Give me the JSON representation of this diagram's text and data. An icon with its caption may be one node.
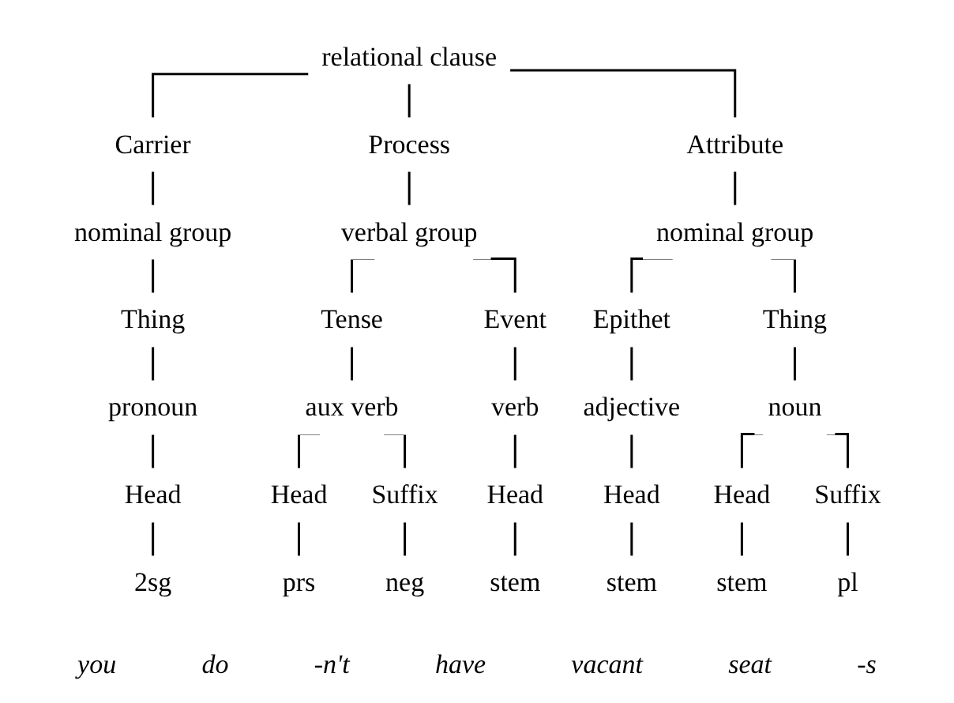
{
  "diagram": {
    "nodes": [
      {
        "text": [
          "relational clause"
        ]
      },
      {
        "text": [
          "Carrier"
        ]
      },
      {
        "text": [
          "Process"
        ]
      },
      {
        "text": [
          "Attribute"
        ]
      },
      {
        "text": [
          "nominal group"
        ]
      },
      {
        "text": [
          "verbal group"
        ]
      },
      {
        "text": [
          "nominal group"
        ]
      },
      {
        "text": [
          "Thing"
        ]
      },
      {
        "text": [
          "Tense"
        ]
      },
      {
        "text": [
          "Event"
        ]
      },
      {
        "text": [
          "Epithet"
        ]
      },
      {
        "text": [
          "Thing"
        ]
      },
      {
        "text": [
          "pronoun"
        ]
      },
      {
        "text": [
          "aux verb"
        ]
      },
      {
        "text": [
          "verb"
        ]
      },
      {
        "text": [
          "adjective"
        ]
      },
      {
        "text": [
          "noun"
        ]
      },
      {
        "text": [
          "Head"
        ]
      },
      {
        "text": [
          "Head"
        ]
      },
      {
        "text": [
          "Suffix"
        ]
      },
      {
        "text": [
          "Head"
        ]
      },
      {
        "text": [
          "Head"
        ]
      },
      {
        "text": [
          "Head"
        ]
      },
      {
        "text": [
          "Suffix"
        ]
      },
      {
        "text": [
          "2sg"
        ]
      },
      {
        "text": [
          "prs"
        ]
      },
      {
        "text": [
          "neg"
        ]
      },
      {
        "text": [
          "stem"
        ]
      },
      {
        "text": [
          "stem"
        ]
      },
      {
        "text": [
          "stem"
        ]
      },
      {
        "text": [
          "pl"
        ]
      }
    ],
    "edges": [
      {
        "from": 0,
        "to": 1,
        "arrow": "none"
      },
      {
        "from": 0,
        "to": 2,
        "arrow": "none"
      },
      {
        "from": 0,
        "to": 3,
        "arrow": "none"
      },
      {
        "from": 1,
        "to": 4,
        "arrow": "none"
      },
      {
        "from": 2,
        "to": 5,
        "arrow": "none"
      },
      {
        "from": 3,
        "to": 6,
        "arrow": "none"
      },
      {
        "from": 4,
        "to": 7,
        "arrow": "none"
      },
      {
        "from": 5,
        "to": 8,
        "arrow": "none"
      },
      {
        "from": 5,
        "to": 9,
        "arrow": "none"
      },
      {
        "from": 6,
        "to": 10,
        "arrow": "none"
      },
      {
        "from": 6,
        "to": 11,
        "arrow": "none"
      },
      {
        "from": 7,
        "to": 12,
        "arrow": "none"
      },
      {
        "from": 8,
        "to": 13,
        "arrow": "none"
      },
      {
        "from": 9,
        "to": 14,
        "arrow": "none"
      },
      {
        "from": 10,
        "to": 15,
        "arrow": "none"
      },
      {
        "from": 11,
        "to": 16,
        "arrow": "none"
      },
      {
        "from": 12,
        "to": 17,
        "arrow": "none"
      },
      {
        "from": 13,
        "to": 18,
        "arrow": "none"
      },
      {
        "from": 13,
        "to": 19,
        "arrow": "none"
      },
      {
        "from": 14,
        "to": 20,
        "arrow": "none"
      },
      {
        "from": 15,
        "to": 21,
        "arrow": "none"
      },
      {
        "from": 16,
        "to": 22,
        "arrow": "none"
      },
      {
        "from": 16,
        "to": 23,
        "arrow": "none"
      },
      {
        "from": 17,
        "to": 24,
        "arrow": "none"
      },
      {
        "from": 18,
        "to": 25,
        "arrow": "none"
      },
      {
        "from": 19,
        "to": 26,
        "arrow": "none"
      },
      {
        "from": 20,
        "to": 27,
        "arrow": "none"
      },
      {
        "from": 21,
        "to": 28,
        "arrow": "none"
      },
      {
        "from": 22,
        "to": 29,
        "arrow": "none"
      },
      {
        "from": 23,
        "to": 30,
        "arrow": "none"
      }
    ],
    "labels": [
      "you",
      "do",
      "-n't",
      "have",
      "vacant",
      "seat",
      "-s"
    ]
  }
}
